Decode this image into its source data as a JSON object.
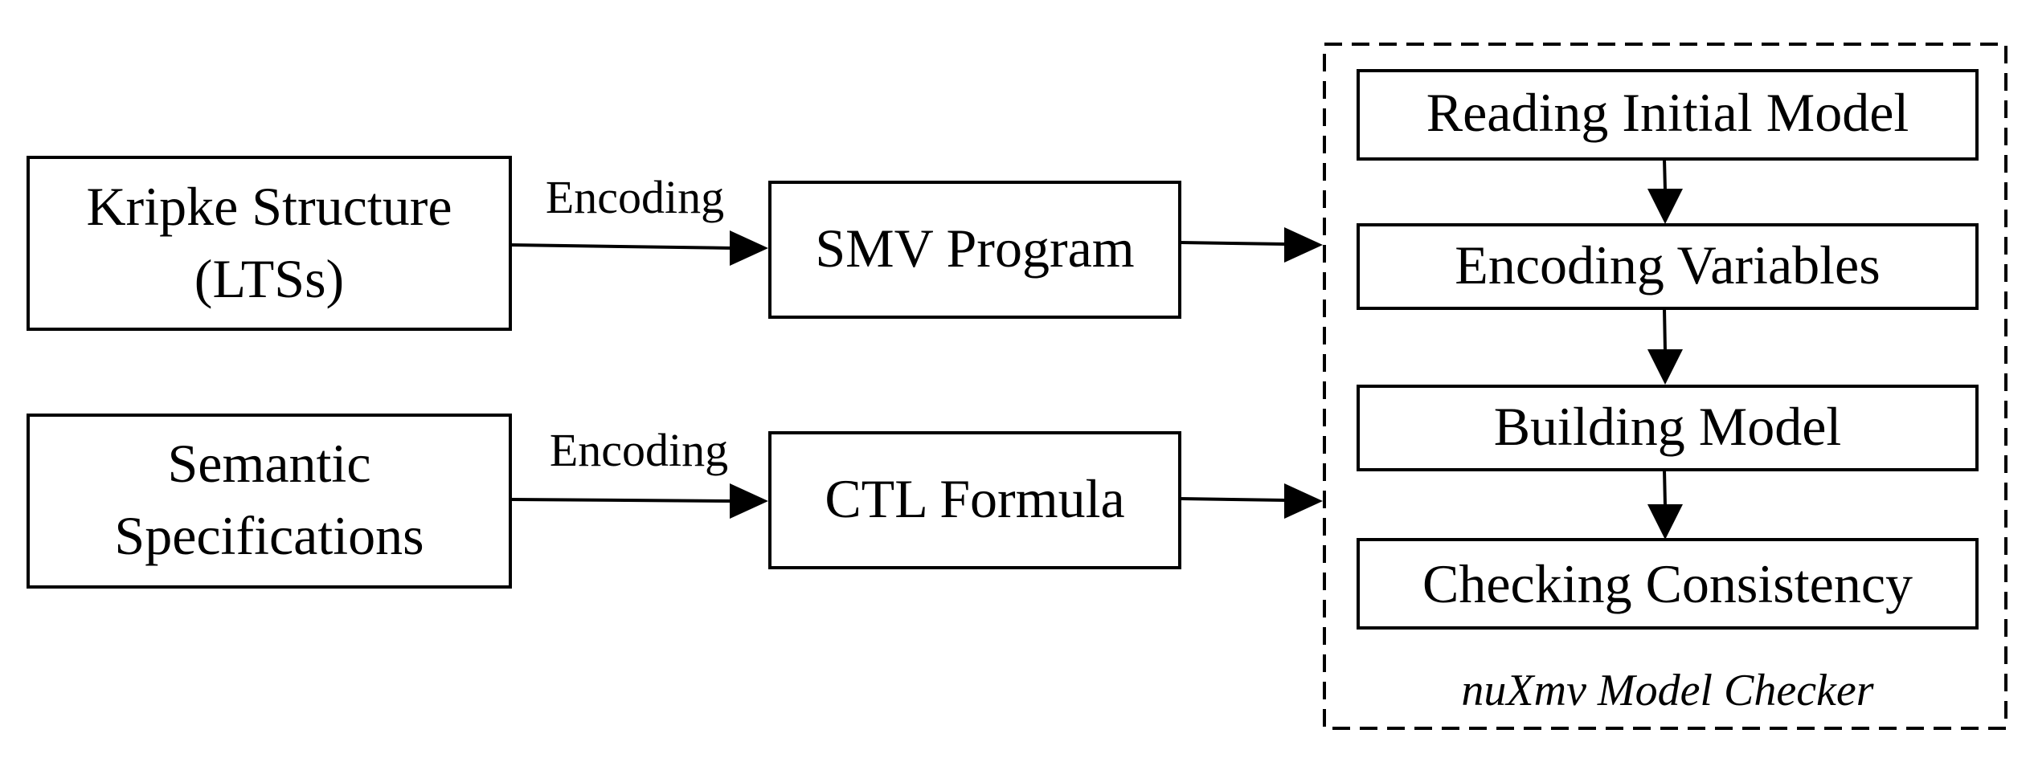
{
  "nodes": {
    "kripke_structure": {
      "line1": "Kripke Structure",
      "line2": "(LTSs)"
    },
    "semantic_specifications": {
      "line1": "Semantic",
      "line2": "Specifications"
    },
    "smv_program": {
      "label": "SMV Program"
    },
    "ctl_formula": {
      "label": "CTL Formula"
    }
  },
  "edges": {
    "kripke_to_smv": {
      "label": "Encoding"
    },
    "semantic_to_ctl": {
      "label": "Encoding"
    }
  },
  "checker": {
    "caption": "nuXmv Model Checker",
    "steps": [
      {
        "label": "Reading Initial Model"
      },
      {
        "label": "Encoding Variables"
      },
      {
        "label": "Building Model"
      },
      {
        "label": "Checking Consistency"
      }
    ]
  }
}
